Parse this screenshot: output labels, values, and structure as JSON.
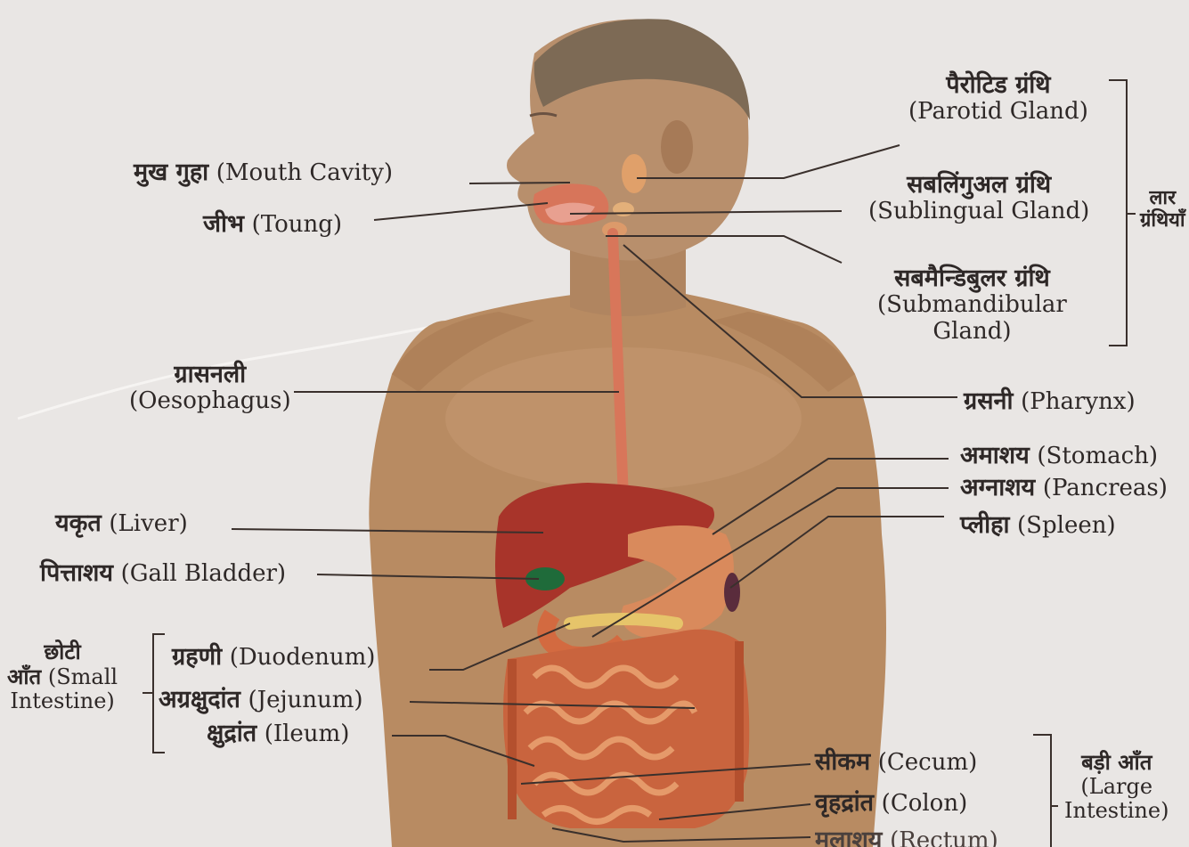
{
  "labels": {
    "mouth_cavity": {
      "hi": "मुख गुहा",
      "en": "(Mouth Cavity)"
    },
    "tongue": {
      "hi": "जीभ",
      "en": "(Toung)"
    },
    "oesophagus": {
      "hi": "ग्रासनली",
      "en": "(Oesophagus)"
    },
    "liver": {
      "hi": "यकृत",
      "en": "(Liver)"
    },
    "gall_bladder": {
      "hi": "पित्ताशय",
      "en": "(Gall Bladder)"
    },
    "small_intestine": {
      "hi": "छोटी",
      "hi2": "आँत",
      "en": "(Small",
      "en2": "Intestine)"
    },
    "duodenum": {
      "hi": "ग्रहणी",
      "en": "(Duodenum)"
    },
    "jejunum": {
      "hi": "अग्रक्षुदांत",
      "en": "(Jejunum)"
    },
    "ileum": {
      "hi": "क्षुद्रांत",
      "en": "(Ileum)"
    },
    "parotid": {
      "hi": "पैरोटिड ग्रंथि",
      "en": "(Parotid Gland)"
    },
    "sublingual": {
      "hi": "सबलिंगुअल ग्रंथि",
      "en": "(Sublingual Gland)"
    },
    "submandibular": {
      "hi": "सबमैन्डिबुलर ग्रंथि",
      "en": "(Submandibular",
      "en2": "Gland)"
    },
    "salivary_group": {
      "hi": "लार",
      "hi2": "ग्रंथियाँ"
    },
    "pharynx": {
      "hi": "ग्रसनी",
      "en": "(Pharynx)"
    },
    "stomach": {
      "hi": "अमाशय",
      "en": "(Stomach)"
    },
    "pancreas": {
      "hi": "अग्नाशय",
      "en": "(Pancreas)"
    },
    "spleen": {
      "hi": "प्लीहा",
      "en": "(Spleen)"
    },
    "cecum": {
      "hi": "सीकम",
      "en": "(Cecum)"
    },
    "colon": {
      "hi": "वृहद्रांत",
      "en": "(Colon)"
    },
    "rectum": {
      "hi": "मलाशय",
      "en": "(Rectum)"
    },
    "large_intestine": {
      "hi": "बड़ी आँत",
      "en": "(Large",
      "en2": "Intestine)"
    }
  },
  "colors": {
    "background": "#e9e6e4",
    "skin": "#b58a64",
    "liver": "#a8342a",
    "intestine": "#c9643e",
    "gall_bladder": "#1f6b3a",
    "leader_line": "#3a302c"
  }
}
